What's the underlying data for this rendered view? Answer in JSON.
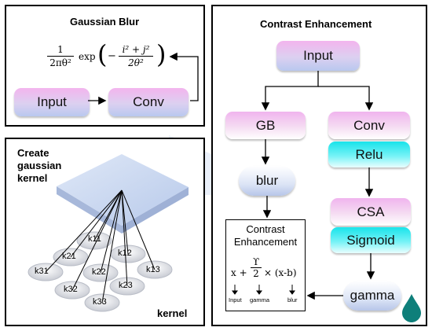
{
  "gaussian_blur": {
    "title": "Gaussian Blur",
    "formula_prefix_num": "1",
    "formula_prefix_den": "2πθ²",
    "formula_exp": "exp",
    "formula_inner_num": "i² + j²",
    "formula_inner_den": "2θ²",
    "input_label": "Input",
    "conv_label": "Conv"
  },
  "kernel_panel": {
    "title_line1": "Create",
    "title_line2": "gaussian",
    "title_line3": "kernel",
    "footer": "kernel",
    "kernels": [
      "k11",
      "k12",
      "k13",
      "k21",
      "k22",
      "k23",
      "k31",
      "k32",
      "k33"
    ]
  },
  "contrast_enhancement": {
    "title": "Contrast Enhancement",
    "input_label": "Input",
    "gb_label": "GB",
    "conv_label": "Conv",
    "relu_label": "Relu",
    "blur_label": "blur",
    "csa_label": "CSA",
    "sigmoid_label": "Sigmoid",
    "gamma_label": "gamma",
    "box_title_line1": "Contrast",
    "box_title_line2": "Enhancement",
    "equation_x": "x +",
    "equation_num": "ϒ",
    "equation_den": "2",
    "equation_tail": "× (x-b)",
    "legend_input": "Input",
    "legend_gamma": "gamma",
    "legend_blur": "blur"
  },
  "colors": {
    "drop_icon": "#0e7f7a",
    "kernel_plane": "#c9d7f0",
    "funnel": "#dbe4f5"
  }
}
